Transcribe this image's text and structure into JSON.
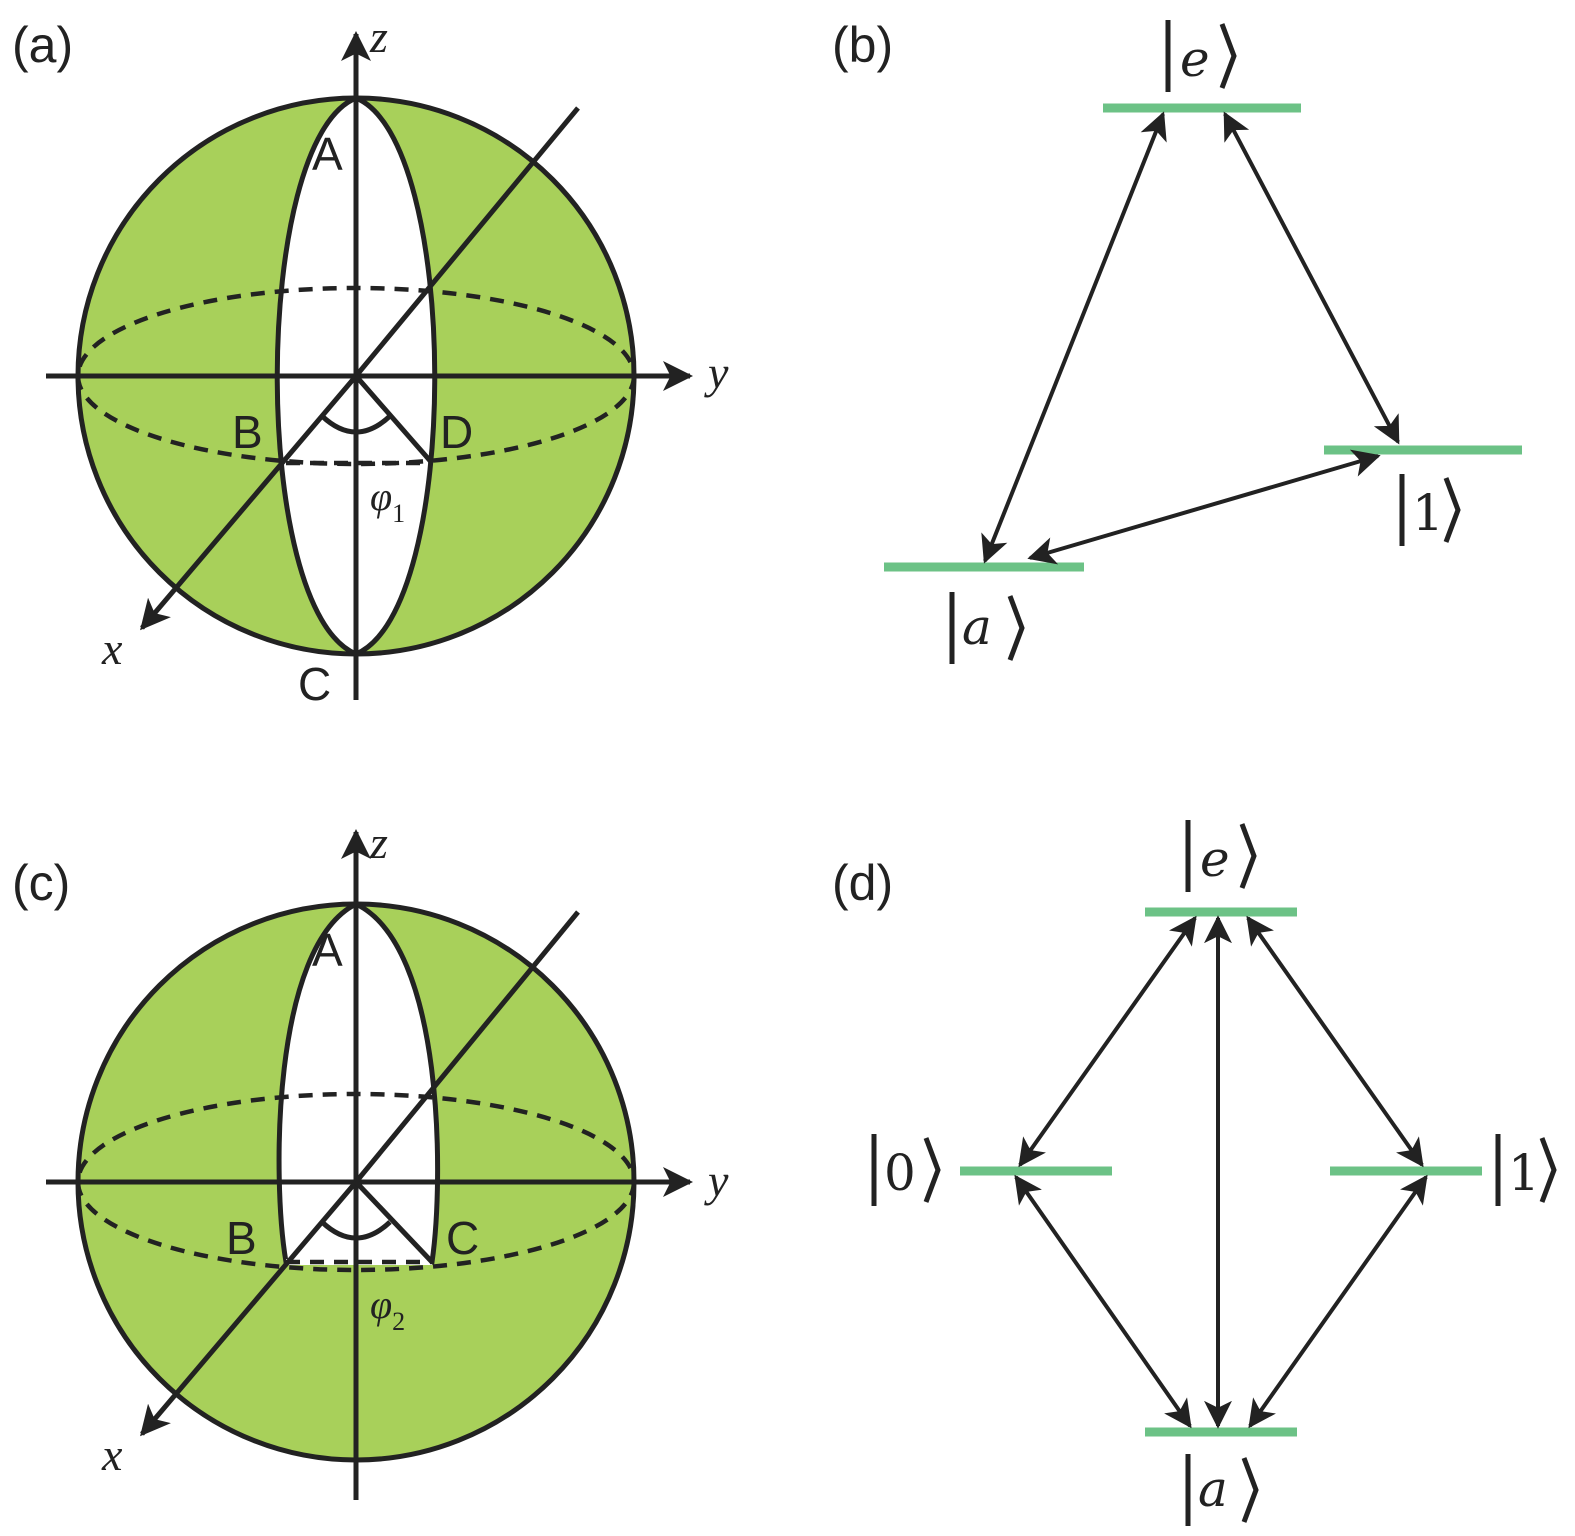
{
  "colors": {
    "sphere_fill": "#a8d05a",
    "level_color": "#6cc286",
    "ink": "#222222"
  },
  "panels": {
    "a": {
      "label": "(a)",
      "axes": {
        "x": "x",
        "y": "y",
        "z": "z"
      },
      "points": {
        "top": "A",
        "left": "B",
        "bottom": "C",
        "right": "D"
      },
      "angle": {
        "symbol": "φ",
        "subscript": "1"
      }
    },
    "b": {
      "label": "(b)",
      "levels": {
        "top": "e",
        "right": "1",
        "bottom": "a"
      },
      "transitions": [
        "a-e",
        "e-1",
        "a-1"
      ]
    },
    "c": {
      "label": "(c)",
      "axes": {
        "x": "x",
        "y": "y",
        "z": "z"
      },
      "points": {
        "top": "A",
        "left": "B",
        "right": "C"
      },
      "angle": {
        "symbol": "φ",
        "subscript": "2"
      }
    },
    "d": {
      "label": "(d)",
      "levels": {
        "top": "e",
        "left": "0",
        "right": "1",
        "bottom": "a"
      },
      "transitions": [
        "0-e",
        "a-e",
        "1-e",
        "0-a",
        "1-a"
      ]
    }
  }
}
